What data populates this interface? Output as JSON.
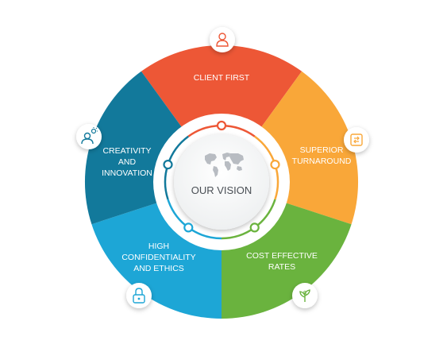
{
  "diagram": {
    "center_title": "OUR VISION",
    "segments": [
      {
        "key": "client-first",
        "lines": [
          "CLIENT FIRST"
        ],
        "color": "#ED5736",
        "icon": "user-icon"
      },
      {
        "key": "superior-turnaround",
        "lines": [
          "SUPERIOR",
          "TURNAROUND"
        ],
        "color": "#F9A739",
        "icon": "refresh-icon"
      },
      {
        "key": "cost-effective-rates",
        "lines": [
          "COST EFFECTIVE",
          "RATES"
        ],
        "color": "#6AB33E",
        "icon": "money-plant-icon"
      },
      {
        "key": "high-confidentiality",
        "lines": [
          "HIGH",
          "CONFIDENTIALITY",
          "AND ETHICS"
        ],
        "color": "#1DA6D6",
        "icon": "lock-icon"
      },
      {
        "key": "creativity-innovation",
        "lines": [
          "CREATIVITY",
          "AND",
          "INNOVATION"
        ],
        "color": "#12799B",
        "icon": "idea-person-icon"
      }
    ],
    "center_icon": "world-map-icon"
  }
}
